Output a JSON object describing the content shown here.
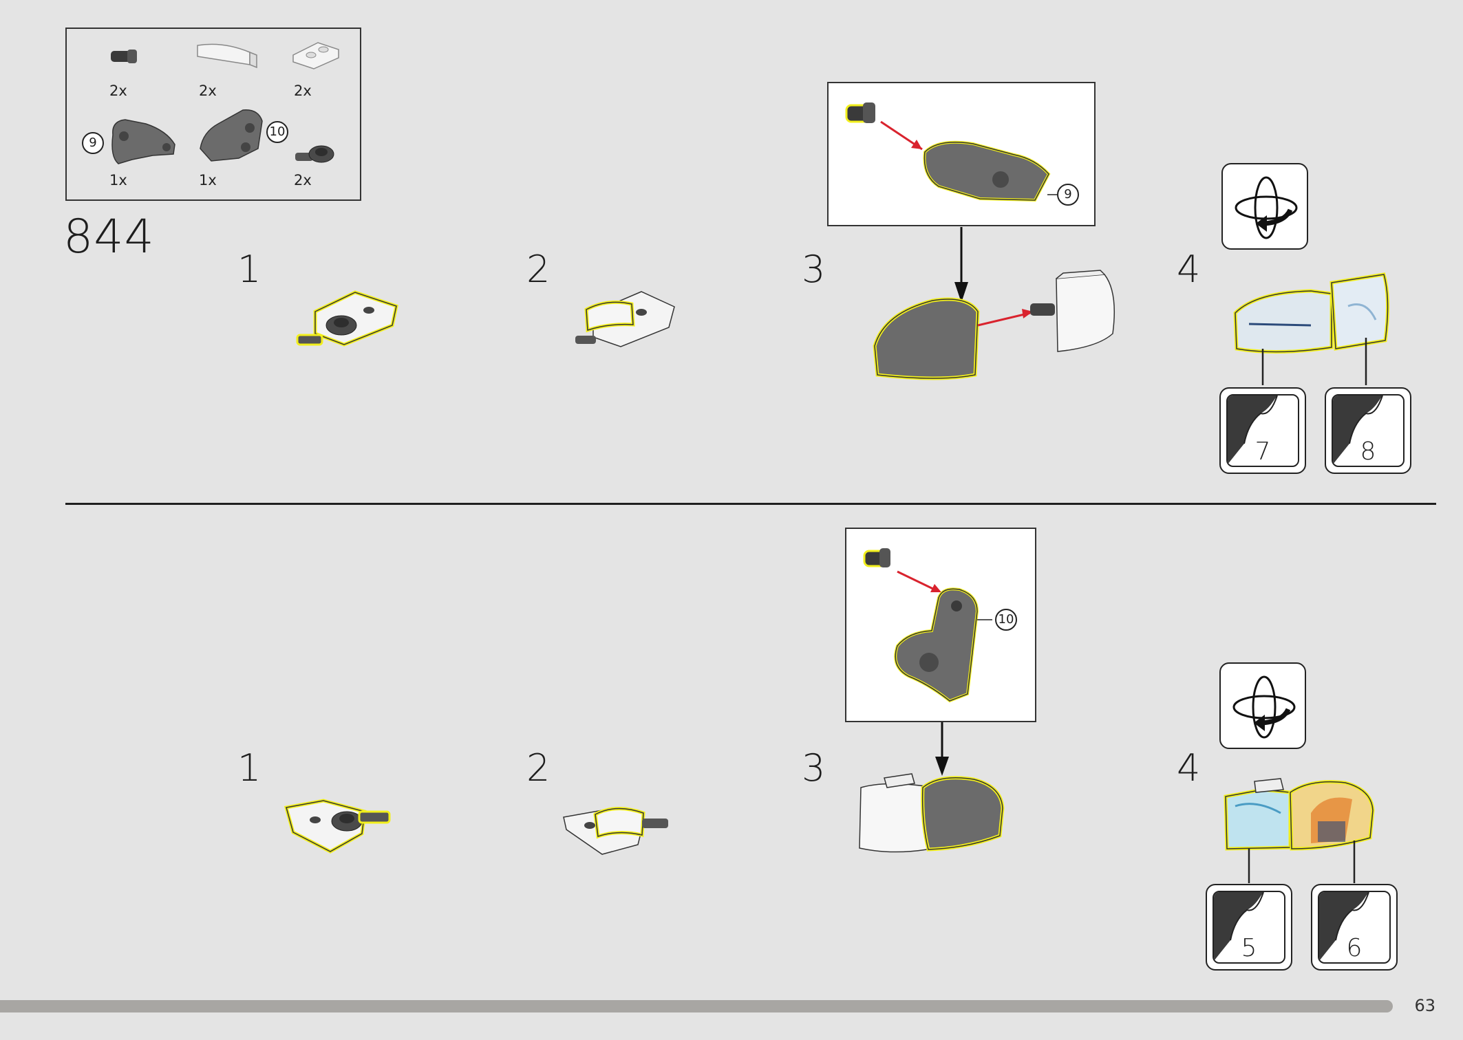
{
  "parts_list": {
    "items": [
      {
        "qty": "2x"
      },
      {
        "qty": "2x"
      },
      {
        "qty": "2x"
      },
      {
        "qty": "1x",
        "callout": "9"
      },
      {
        "qty": "1x",
        "callout": "10"
      },
      {
        "qty": "2x"
      }
    ]
  },
  "set_number": "844",
  "top_section": {
    "steps": [
      "1",
      "2",
      "3",
      "4"
    ],
    "inset_callout": "9",
    "stickers": [
      "7",
      "8"
    ]
  },
  "bottom_section": {
    "steps": [
      "1",
      "2",
      "3",
      "4"
    ],
    "inset_callout": "10",
    "stickers": [
      "5",
      "6"
    ]
  },
  "page_number": "63",
  "colors": {
    "highlight": "#f2ef1c",
    "arrow_red": "#d9232e",
    "part_dark": "#6b6b6b",
    "background": "#e4e4e4"
  }
}
